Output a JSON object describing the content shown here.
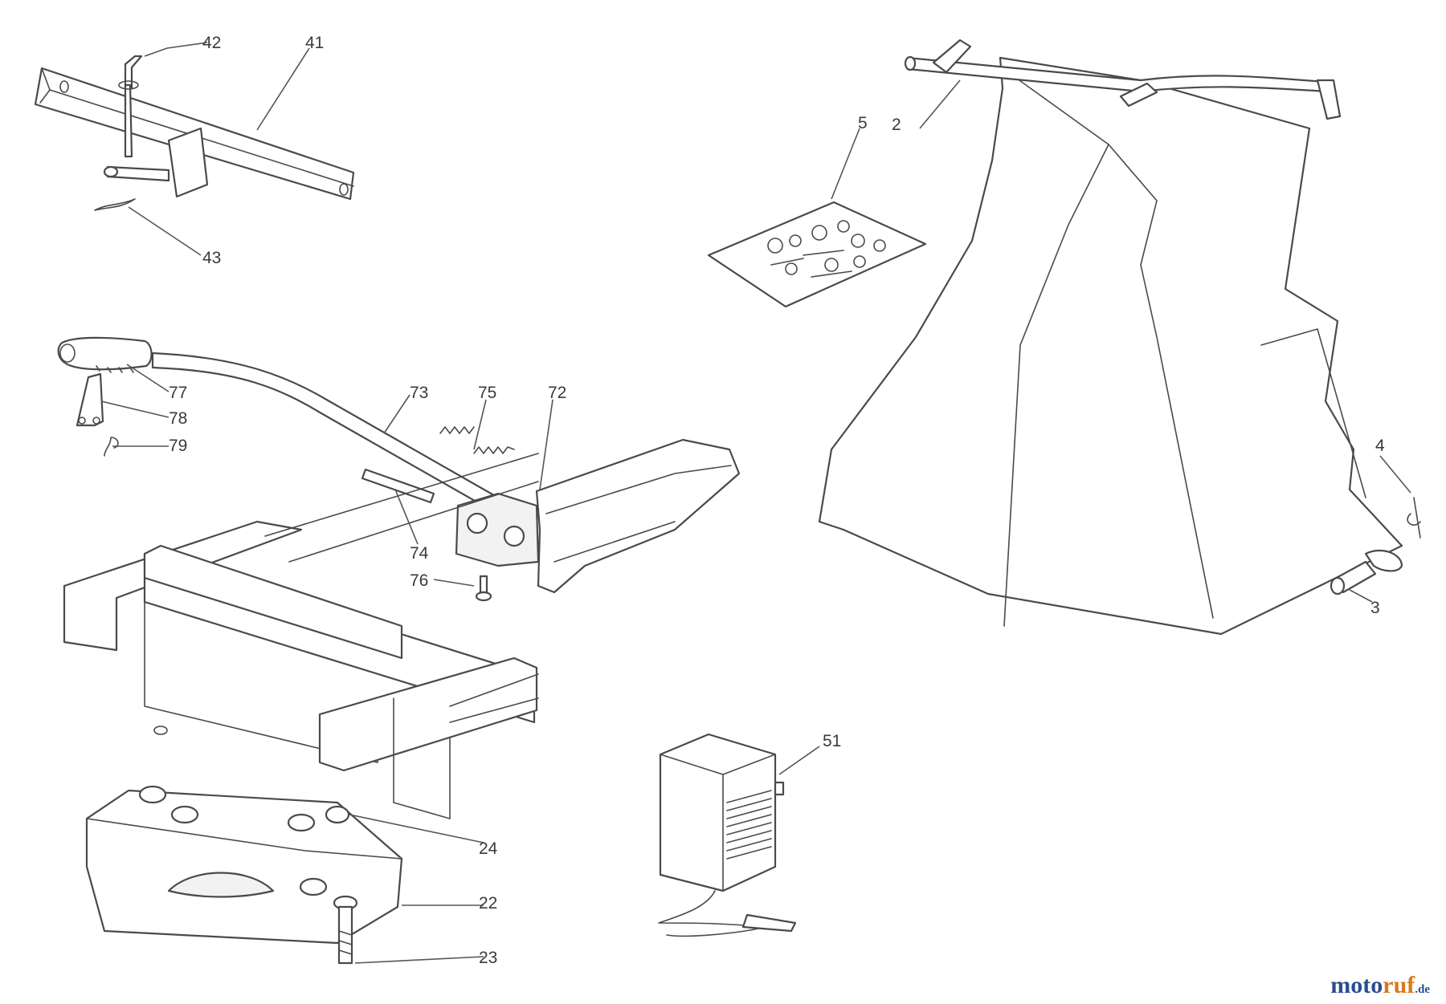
{
  "logo": {
    "main": "motoruf",
    "suffix": ".de"
  },
  "callouts": [
    {
      "id": "42",
      "label": "42"
    },
    {
      "id": "41",
      "label": "41"
    },
    {
      "id": "43",
      "label": "43"
    },
    {
      "id": "5",
      "label": "5"
    },
    {
      "id": "2",
      "label": "2"
    },
    {
      "id": "77",
      "label": "77"
    },
    {
      "id": "78",
      "label": "78"
    },
    {
      "id": "79",
      "label": "79"
    },
    {
      "id": "73",
      "label": "73"
    },
    {
      "id": "75",
      "label": "75"
    },
    {
      "id": "72",
      "label": "72"
    },
    {
      "id": "74",
      "label": "74"
    },
    {
      "id": "76",
      "label": "76"
    },
    {
      "id": "4",
      "label": "4"
    },
    {
      "id": "3",
      "label": "3"
    },
    {
      "id": "51",
      "label": "51"
    },
    {
      "id": "24",
      "label": "24"
    },
    {
      "id": "22",
      "label": "22"
    },
    {
      "id": "23",
      "label": "23"
    }
  ],
  "colors": {
    "line": "#4a4a4a",
    "logo_blue": "#2a4c8f",
    "logo_orange": "#d77a1c"
  }
}
